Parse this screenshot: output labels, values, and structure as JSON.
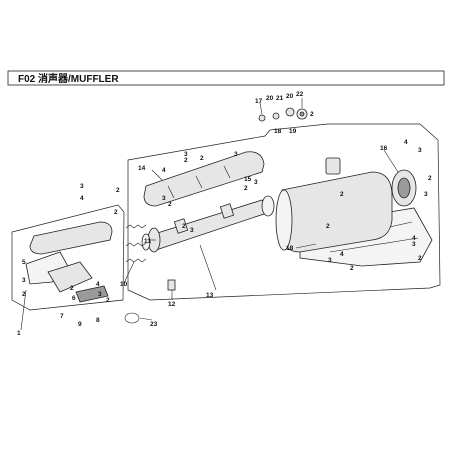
{
  "diagram": {
    "title": "F02 消声器/MUFFLER",
    "callout_labels": {
      "c1": "1",
      "c2a": "2",
      "c2b": "2",
      "c2c": "2",
      "c2d": "2",
      "c2e": "2",
      "c2f": "2",
      "c2g": "2",
      "c2h": "2",
      "c2i": "2",
      "c2j": "2",
      "c2k": "2",
      "c2l": "2",
      "c2m": "2",
      "c2n": "2",
      "c2o": "2",
      "c2p": "2",
      "c3a": "3",
      "c3b": "3",
      "c3c": "3",
      "c3d": "3",
      "c3e": "3",
      "c3f": "3",
      "c3g": "3",
      "c3h": "3",
      "c3i": "3",
      "c3j": "3",
      "c3k": "3",
      "c3l": "3",
      "c4a": "4",
      "c4b": "4",
      "c4c": "4",
      "c4d": "4",
      "c4e": "4",
      "c4f": "4",
      "c5": "5",
      "c6": "6",
      "c7": "7",
      "c8": "8",
      "c9": "9",
      "c10": "10",
      "c11": "11",
      "c12": "12",
      "c13": "13",
      "c14": "14",
      "c15": "15",
      "c16": "16",
      "c17": "17",
      "c18a": "18",
      "c18b": "18",
      "c19": "19",
      "c20a": "20",
      "c20b": "20",
      "c21": "21",
      "c22": "22",
      "c23": "23"
    },
    "colors": {
      "line": "#222222",
      "part_fill": "#e6e6e6",
      "part_dark": "#9a9a9a",
      "background": "#ffffff"
    },
    "icons": {
      "corner_logo": "brand-logo-icon"
    }
  }
}
